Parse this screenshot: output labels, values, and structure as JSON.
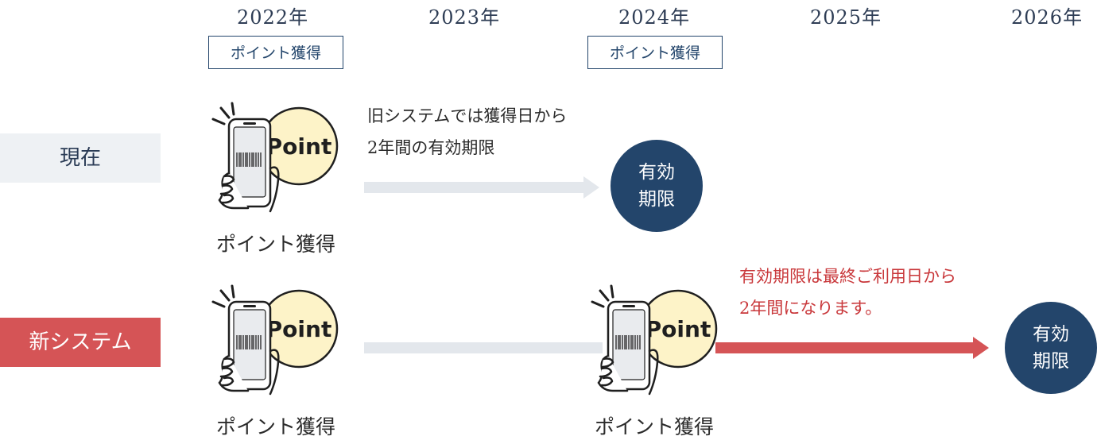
{
  "years": [
    "2022年",
    "2023年",
    "2024年",
    "2025年",
    "2026年"
  ],
  "tags": [
    "ポイント獲得",
    "ポイント獲得"
  ],
  "rows": {
    "current": {
      "label": "現在",
      "icon_text": "Point",
      "caption": "ポイント獲得",
      "note_lines": [
        "旧システムでは獲得日から",
        "2年間の有効期限"
      ],
      "expiry_lines": [
        "有効",
        "期限"
      ]
    },
    "new_system": {
      "label": "新システム",
      "icon1_text": "Point",
      "caption1": "ポイント獲得",
      "icon2_text": "Point",
      "caption2": "ポイント獲得",
      "note_lines": [
        "有効期限は最終ご利用日から",
        "2年間になります。"
      ],
      "expiry_lines": [
        "有効",
        "期限"
      ]
    }
  },
  "colors": {
    "navy": "#23456b",
    "red": "#d55456",
    "gray_arrow": "#e3e7ec",
    "coin": "#fdf3c8"
  },
  "icons": [
    "smartphone-barcode-icon",
    "point-coin-icon"
  ]
}
